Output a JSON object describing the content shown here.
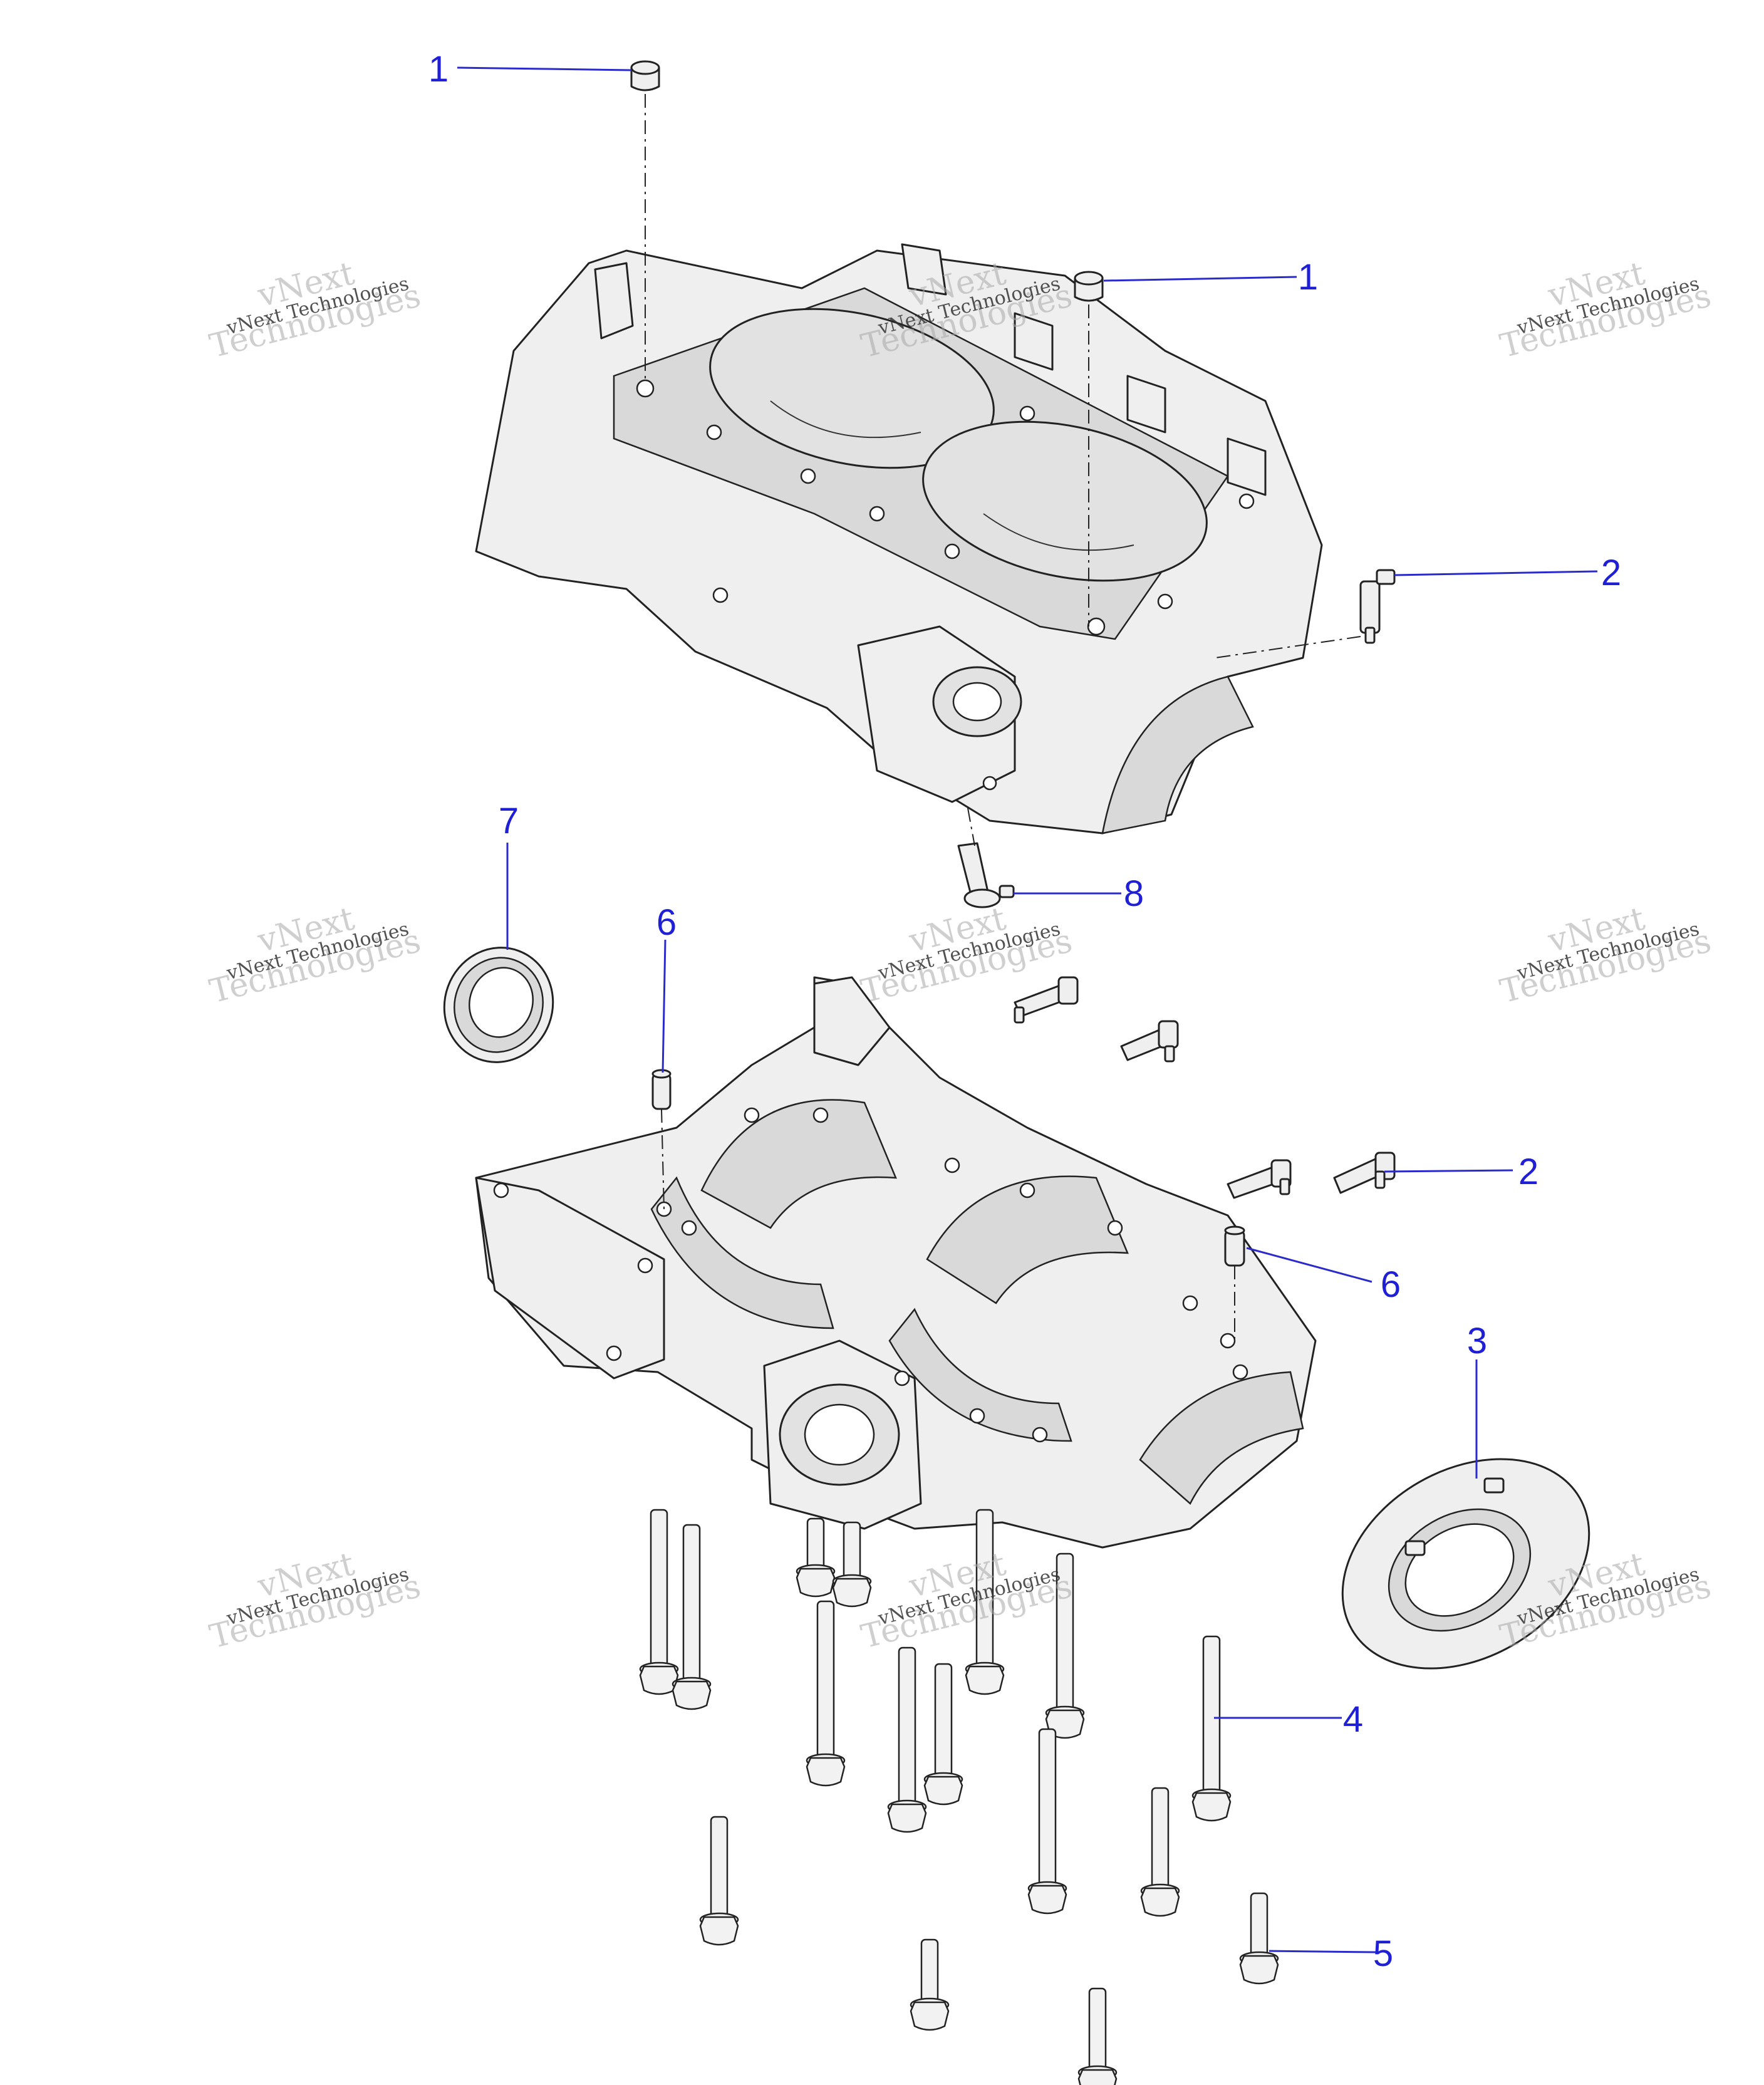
{
  "callouts": [
    "1",
    "1",
    "2",
    "7",
    "6",
    "8",
    "2",
    "6",
    "3",
    "4",
    "5"
  ],
  "watermark": {
    "line1": "vNext",
    "line2": "Technologies",
    "overlay": "vNext Technologies"
  },
  "colors": {
    "callout": "#1f1fd6",
    "watermark": "#a8a8a8",
    "line": "#222222",
    "part_fill": "#efefef"
  }
}
